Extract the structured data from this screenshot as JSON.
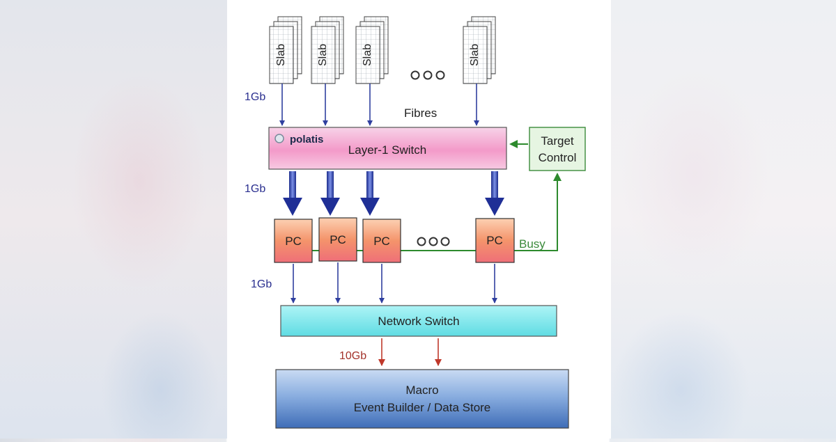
{
  "slabs": [
    "Slab",
    "Slab",
    "Slab",
    "Slab"
  ],
  "labels": {
    "gb_top": "1Gb",
    "fibres": "Fibres",
    "gb_mid": "1Gb",
    "gb_low": "1Gb",
    "gb_10": "10Gb",
    "busy": "Busy"
  },
  "layer1_switch": {
    "brand": "polatis",
    "label": "Layer-1 Switch"
  },
  "target_control": {
    "line1": "Target",
    "line2": "Control"
  },
  "pcs": [
    "PC",
    "PC",
    "PC",
    "PC"
  ],
  "network_switch": {
    "label": "Network Switch"
  },
  "macro": {
    "line1": "Macro",
    "line2": "Event Builder / Data Store"
  },
  "colors": {
    "blue_arrow": "#2f3f9f",
    "green_line": "#2d8a2d",
    "red_arrow": "#c0392b",
    "switch_pink": "#f2a8cf",
    "network_cyan": "#7fe6ea",
    "macro_blue": "#5a86c8"
  }
}
